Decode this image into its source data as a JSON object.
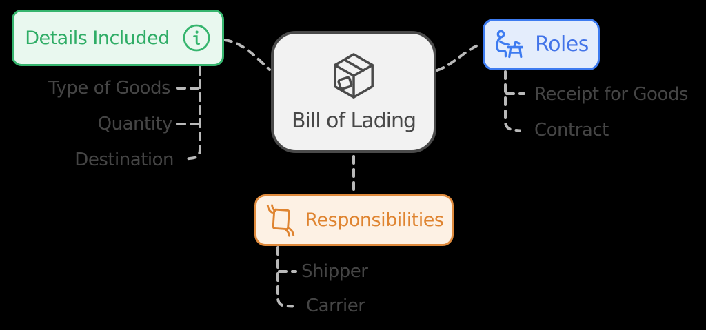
{
  "page": {
    "kind": "mind-map-diagram",
    "background_color": "#000000"
  },
  "center_node": {
    "label": "Bill of Lading",
    "icon": "package-icon",
    "border_color": "#4a4a4a",
    "bg_color": "#f2f2f2",
    "text_color": "#484848"
  },
  "branches": {
    "details": {
      "label": "Details Included",
      "icon": "info-icon",
      "border_color": "#36b56e",
      "bg_color": "#e9f8ef",
      "text_color": "#2fad66",
      "items": [
        "Type of Goods",
        "Quantity",
        "Destination"
      ]
    },
    "roles": {
      "label": "Roles",
      "icon": "person-at-desk-icon",
      "border_color": "#3d7bf0",
      "bg_color": "#e4edfc",
      "text_color": "#4273e8",
      "items": [
        "Receipt for Goods",
        "Contract"
      ]
    },
    "responsibilities": {
      "label": "Responsibilities",
      "icon": "hands-holding-document-icon",
      "border_color": "#df8a3c",
      "bg_color": "#fdf1e4",
      "text_color": "#df8430",
      "items": [
        "Shipper",
        "Carrier"
      ]
    }
  },
  "colors": {
    "connector": "#b9b9b9",
    "item_label": "#454545"
  }
}
